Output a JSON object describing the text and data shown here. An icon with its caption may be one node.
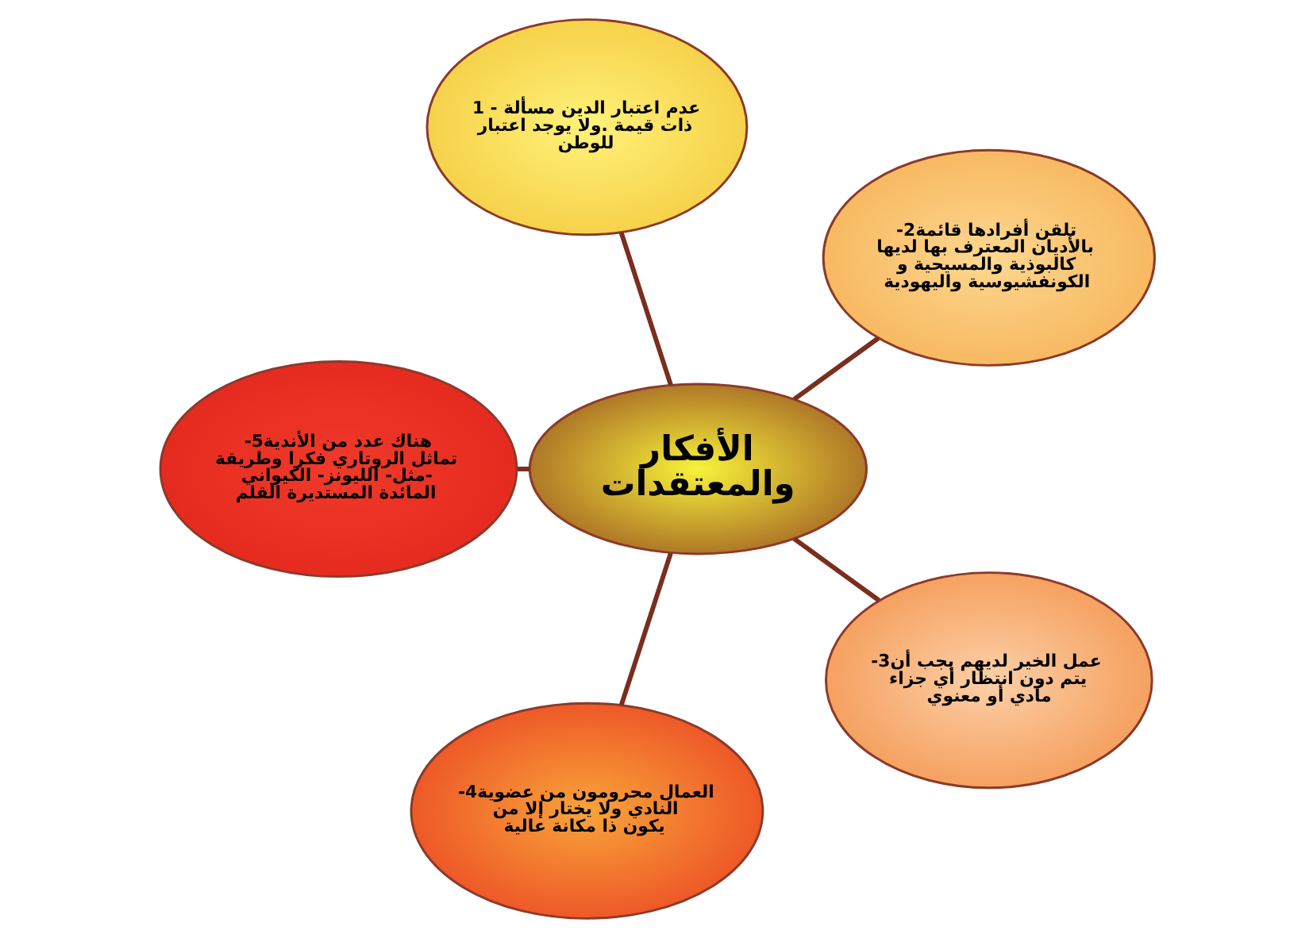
{
  "diagram": {
    "nodes": [
      {
        "text": [
          "الأفكار والمعتقدات"
        ]
      },
      {
        "text": [
          "1 - عدم اعتبار الدين مسألة ذات قيمة .ولا يوجد اعتبار للوطن"
        ]
      },
      {
        "text": [
          "-2تلقن أفرادها قائمة بالأديان المعترف بها لديها كالبوذية والمسيحية و الكونفشيوسية واليهودية"
        ]
      },
      {
        "text": [
          "-3عمل الخير لديهم يجب أن يتم دون انتظار أي جزاء مادي أو معنوي"
        ]
      },
      {
        "text": [
          "-4العمال محرومون من عضوية النادي ولا يختار إلا من يكون ذا مكانة عالية"
        ]
      },
      {
        "text": [
          "-5هناك عدد من الأندية تماثل الروتاري فكرا وطريقة مثل- الليونز- الكيواني- المائدة المستديرة القلم"
        ]
      }
    ],
    "edges": [
      {
        "from": 0,
        "to": 1,
        "arrow": "none"
      },
      {
        "from": 0,
        "to": 2,
        "arrow": "none"
      },
      {
        "from": 0,
        "to": 3,
        "arrow": "none"
      },
      {
        "from": 0,
        "to": 4,
        "arrow": "none"
      },
      {
        "from": 0,
        "to": 5,
        "arrow": "none"
      }
    ]
  }
}
